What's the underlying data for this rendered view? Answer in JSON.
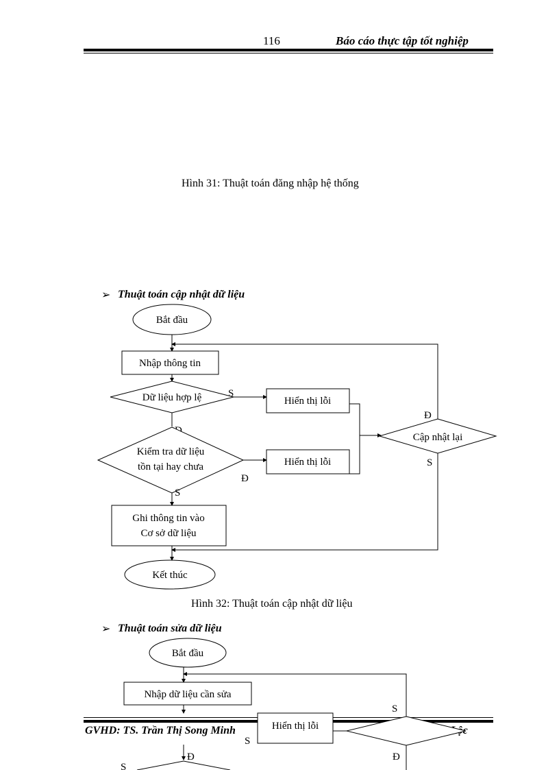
{
  "header": {
    "page_number": "116",
    "title": "Báo cáo thực tập tốt nghiệp"
  },
  "captions": {
    "fig31": "Hình 31: Thuật toán đăng nhập hệ thống",
    "fig32": "Hình 32: Thuật toán cập nhật dữ liệu"
  },
  "sections": {
    "update": "Thuật toán cập nhật dữ liệu",
    "edit": "Thuật toán sửa dữ liệu"
  },
  "flow_update": {
    "start": "Bắt đầu",
    "input": "Nhập thông tin",
    "valid": "Dữ liệu hợp lệ",
    "error1": "Hiển thị lỗi",
    "check_line1": "Kiểm tra dữ liệu",
    "check_line2": "tồn tại hay chưa",
    "error2": "Hiển thị lỗi",
    "update_again": "Cập nhật lại",
    "save_line1": "Ghi thông tin vào",
    "save_line2": "Cơ sở dữ liệu",
    "end": "Kết thúc",
    "label_s": "S",
    "label_d": "Đ"
  },
  "flow_edit": {
    "start": "Bắt đầu",
    "input": "Nhập dữ liệu cần sửa",
    "error": "Hiển thị lỗi",
    "label_s": "S",
    "label_d": "Đ"
  },
  "footer": {
    "left": "GVHD: TS. Trần Thị Song Minh",
    "right": "SV: Nguyễn Tiến Lộc"
  }
}
